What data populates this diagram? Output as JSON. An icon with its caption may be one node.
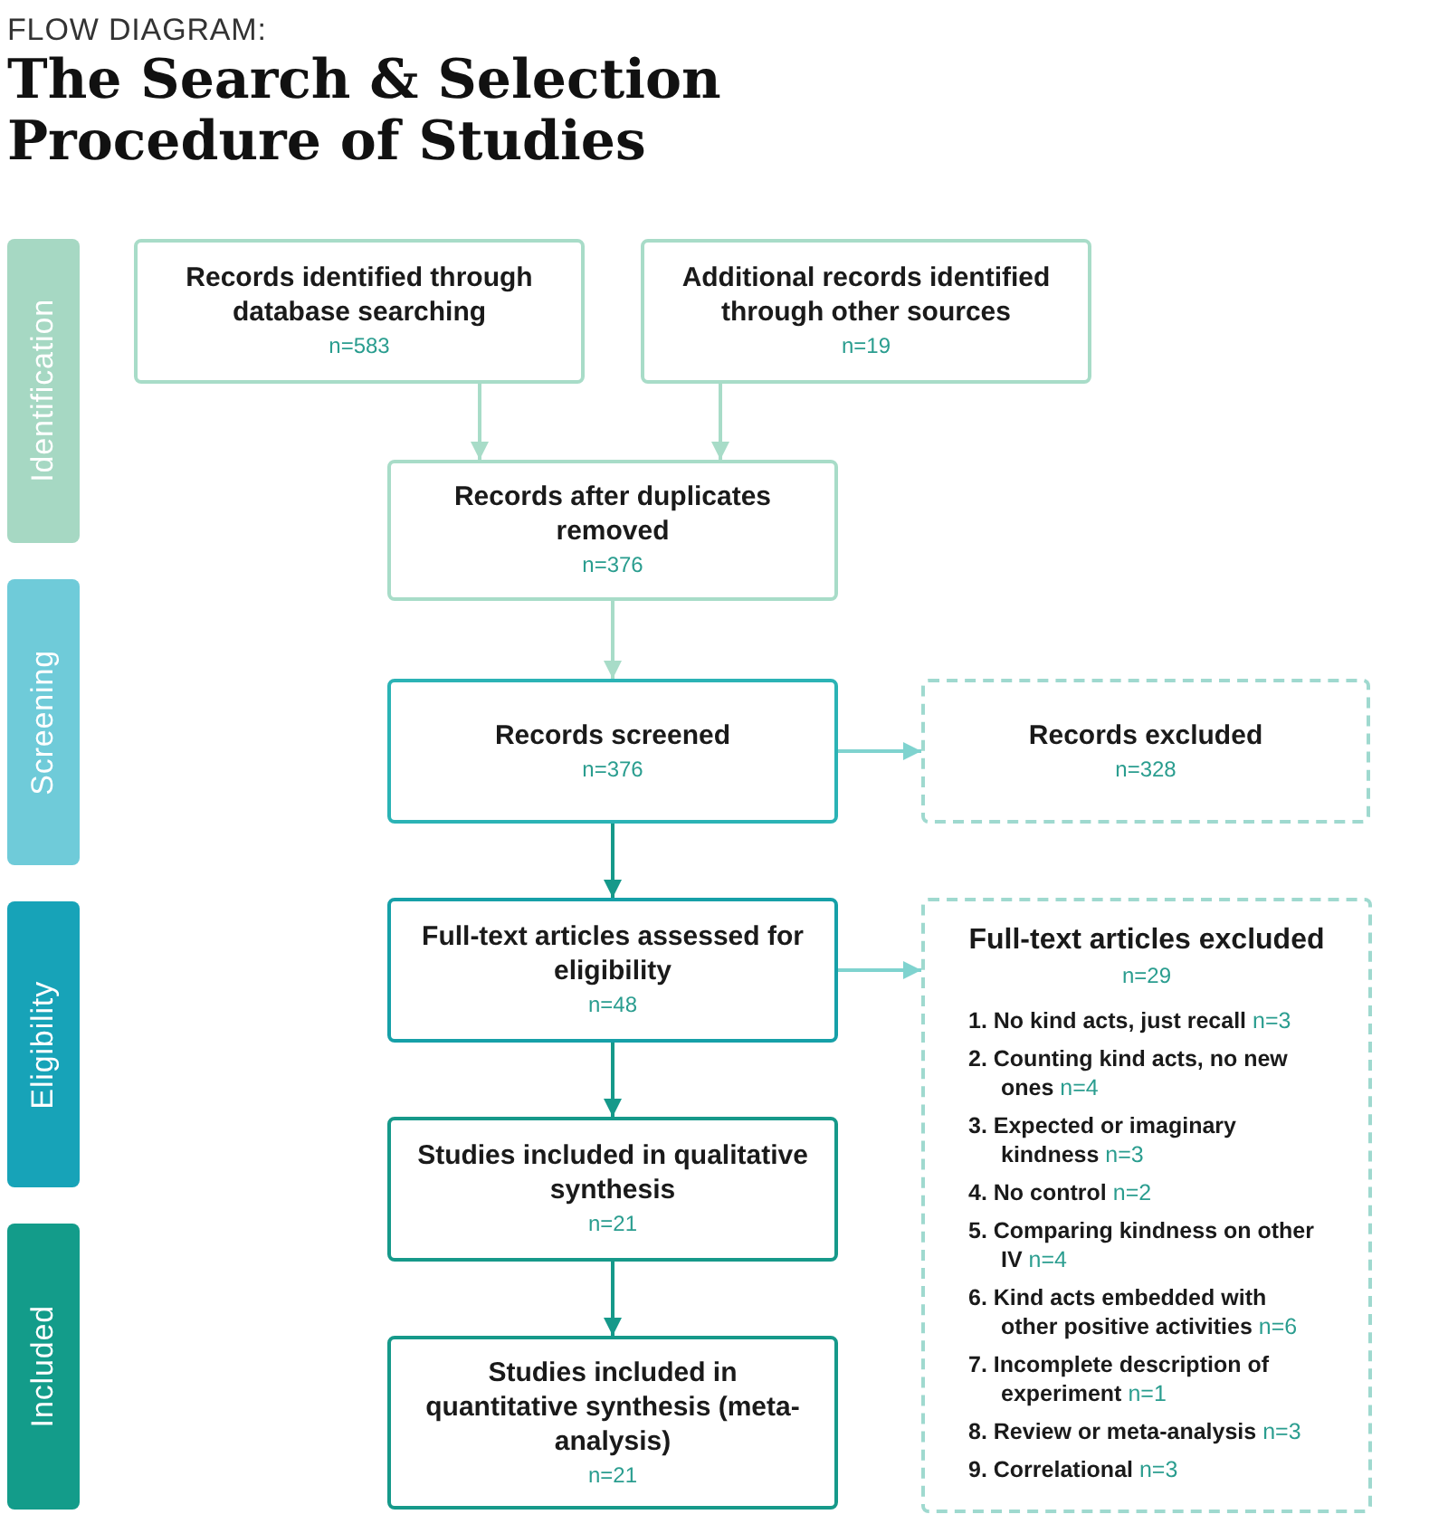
{
  "diagram": {
    "title": "The Search & Selection Procedure of Studies",
    "nodes": [
      {
        "text": [
          "Identification"
        ]
      },
      {
        "text": [
          "Screening"
        ]
      },
      {
        "text": [
          "Eligibility"
        ]
      },
      {
        "text": [
          "Included"
        ]
      },
      {
        "text": [
          "Records identified through database searching",
          "n=583"
        ]
      },
      {
        "text": [
          "Additional records identified through other sources",
          "n=19"
        ]
      },
      {
        "text": [
          "Records after duplicates removed",
          "n=376"
        ]
      },
      {
        "text": [
          "Records screened",
          "n=376"
        ]
      },
      {
        "text": [
          "Records excluded",
          "n=328"
        ]
      },
      {
        "text": [
          "Full-text articles assessed for eligibility",
          "n=48"
        ]
      },
      {
        "text": [
          "Full-text articles excluded",
          "n=29",
          "1. No kind acts, just recall",
          "n=3",
          "2. Counting kind acts, no new ones",
          "n=4",
          "3. Expected or imaginary kindness",
          "n=3",
          "4. No control",
          "n=2",
          "5. Comparing kindness on other IV",
          "n=4",
          "6. Kind acts embedded with other positive activities",
          "n=6",
          "7. Incomplete description of experiment",
          "n=1",
          "8. Review or meta-analysis",
          "n=3",
          "9. Correlational",
          "n=3"
        ]
      },
      {
        "text": [
          "Studies included in qualitative synthesis",
          "n=21"
        ]
      },
      {
        "text": [
          "Studies included in quantitative synthesis (meta-analysis)",
          "n=21"
        ]
      }
    ],
    "edges": [
      {
        "from": 4,
        "to": 6,
        "arrow": "to"
      },
      {
        "from": 5,
        "to": 6,
        "arrow": "to"
      },
      {
        "from": 6,
        "to": 7,
        "arrow": "to"
      },
      {
        "from": 7,
        "to": 8,
        "arrow": "to",
        "color": "#7fd3cf"
      },
      {
        "from": 7,
        "to": 9,
        "arrow": "to",
        "color": "#15998a"
      },
      {
        "from": 9,
        "to": 10,
        "arrow": "to",
        "color": "#7fd3cf"
      },
      {
        "from": 9,
        "to": 11,
        "arrow": "to",
        "color": "#15998a"
      },
      {
        "from": 11,
        "to": 12,
        "arrow": "to",
        "color": "#15998a"
      }
    ],
    "labels": [
      "FLOW DIAGRAM:"
    ]
  }
}
